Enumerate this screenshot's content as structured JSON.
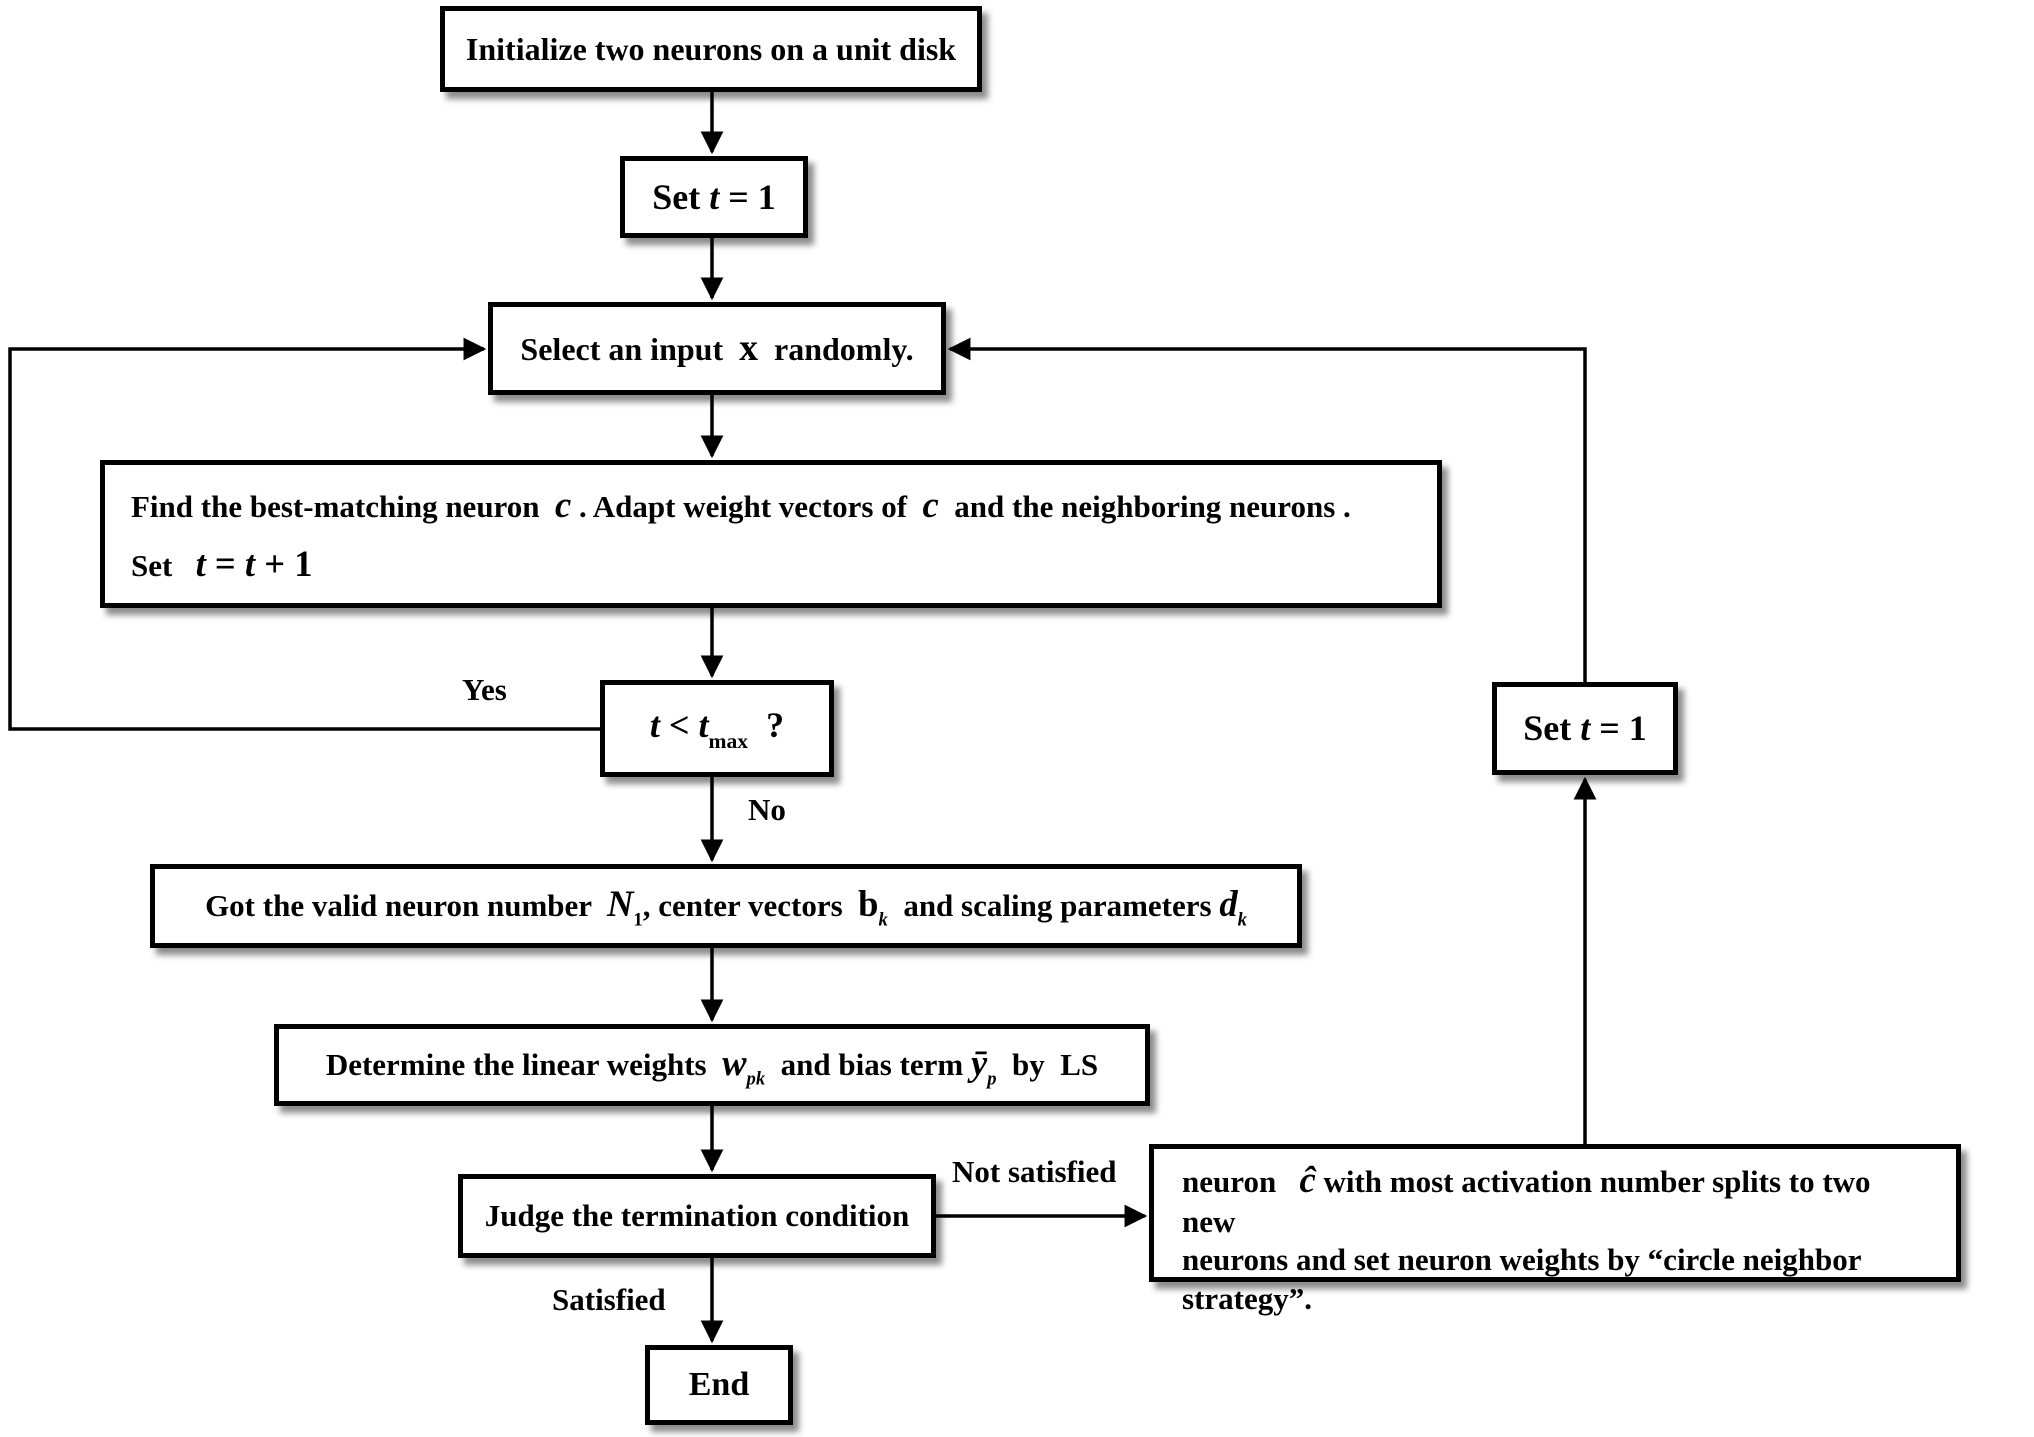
{
  "diagram_title": "SOM/RBF training flowchart",
  "colors": {
    "stroke": "#000000",
    "box_bg": "#ffffff",
    "text": "#000000",
    "shadow": "rgba(0,0,0,0.45)"
  },
  "labels": {
    "yes": "Yes",
    "no": "No",
    "not_satisfied": "Not satisfied",
    "satisfied": "Satisfied"
  },
  "nodes": {
    "init": {
      "lines": [
        [
          {
            "t": "Initialize two neurons on a unit disk"
          }
        ]
      ]
    },
    "set_t1": {
      "lines": [
        [
          {
            "t": "Set "
          },
          {
            "t": "t",
            "i": true
          },
          {
            "t": " = 1"
          }
        ]
      ]
    },
    "select": {
      "lines": [
        [
          {
            "t": "Select an input  "
          },
          {
            "t": "x",
            "lg": true
          },
          {
            "t": "  randomly."
          }
        ]
      ]
    },
    "find": {
      "lines": [
        [
          {
            "t": "Find the best-matching neuron  "
          },
          {
            "t": "c",
            "i": true,
            "lg": true
          },
          {
            "t": " . Adapt weight vectors of  "
          },
          {
            "t": "c",
            "i": true,
            "lg": true
          },
          {
            "t": "  and the neighboring neurons ."
          }
        ],
        [
          {
            "t": "Set   "
          },
          {
            "t": "t",
            "i": true,
            "lg": true
          },
          {
            "t": " = ",
            "lg": true
          },
          {
            "t": "t",
            "i": true,
            "lg": true
          },
          {
            "t": " + 1",
            "lg": true
          }
        ]
      ]
    },
    "tmax": {
      "lines": [
        [
          {
            "t": "t",
            "i": true
          },
          {
            "t": " < "
          },
          {
            "t": "t",
            "i": true
          },
          {
            "t": "max",
            "sub": true
          },
          {
            "t": "  ?"
          }
        ]
      ]
    },
    "valid": {
      "lines": [
        [
          {
            "t": "Got the valid neuron number  "
          },
          {
            "t": "N",
            "i": true,
            "lg": true
          },
          {
            "t": "1",
            "sub": true
          },
          {
            "t": ", center vectors  "
          },
          {
            "t": "b",
            "lg": true
          },
          {
            "t": "k",
            "sub": true,
            "i": true
          },
          {
            "t": "  and scaling parameters "
          },
          {
            "t": "d",
            "i": true,
            "lg": true
          },
          {
            "t": "k",
            "sub": true,
            "i": true
          }
        ]
      ]
    },
    "weights": {
      "lines": [
        [
          {
            "t": "Determine the linear weights  "
          },
          {
            "t": "w",
            "i": true,
            "lg": true
          },
          {
            "t": "pk",
            "sub": true,
            "i": true
          },
          {
            "t": "  and bias term "
          },
          {
            "t": "ȳ",
            "i": true,
            "lg": true
          },
          {
            "t": "p",
            "sub": true,
            "i": true
          },
          {
            "t": "  by  LS"
          }
        ]
      ]
    },
    "judge": {
      "lines": [
        [
          {
            "t": "Judge the termination condition"
          }
        ]
      ]
    },
    "split": {
      "lines": [
        [
          {
            "t": "neuron   "
          },
          {
            "t": "ĉ",
            "i": true,
            "lg": true
          },
          {
            "t": " with most activation number splits to two new"
          }
        ],
        [
          {
            "t": "neurons and set neuron weights by “circle neighbor strategy”."
          }
        ]
      ]
    },
    "set_t1_right": {
      "lines": [
        [
          {
            "t": "Set "
          },
          {
            "t": "t",
            "i": true
          },
          {
            "t": " = 1"
          }
        ]
      ]
    },
    "end": {
      "lines": [
        [
          {
            "t": "End"
          }
        ]
      ]
    }
  }
}
